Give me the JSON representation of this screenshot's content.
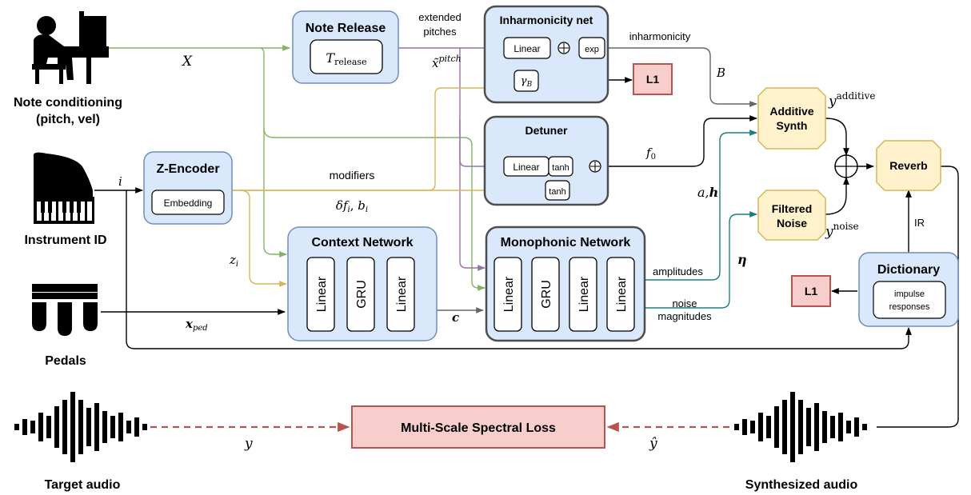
{
  "inputs": {
    "note_conditioning": [
      "Note conditioning",
      "(pitch, vel)"
    ],
    "instrument_id": "Instrument ID",
    "pedals": "Pedals",
    "target_audio": "Target audio",
    "synthesized_audio": "Synthesized audio"
  },
  "blocks": {
    "note_release": {
      "title": "Note Release",
      "inner_base": "T",
      "inner_sub": "release"
    },
    "inharmonicity_net": {
      "title": "Inharmonicity net",
      "linear": "Linear",
      "exp": "exp",
      "gamma": "γ",
      "gamma_sub": "B"
    },
    "detuner": {
      "title": "Detuner",
      "linear": "Linear",
      "tanh1": "tanh",
      "tanh2": "tanh"
    },
    "z_encoder": {
      "title": "Z-Encoder",
      "inner": "Embedding"
    },
    "context_network": {
      "title": "Context Network",
      "layers": [
        "Linear",
        "GRU",
        "Linear"
      ]
    },
    "monophonic_network": {
      "title": "Monophonic Network",
      "layers": [
        "Linear",
        "GRU",
        "Linear",
        "Linear"
      ]
    },
    "additive_synth": [
      "Additive",
      "Synth"
    ],
    "filtered_noise": [
      "Filtered",
      "Noise"
    ],
    "reverb": "Reverb",
    "dictionary": {
      "title": "Dictionary",
      "inner": [
        "impulse",
        "responses"
      ]
    },
    "l1_top": "L1",
    "l1_right": "L1",
    "loss": "Multi-Scale Spectral Loss"
  },
  "labels": {
    "X": "X",
    "extended_pitches": [
      "extended",
      "pitches"
    ],
    "x_pitch_base": "x̃",
    "x_pitch_sup": "pitch",
    "inharmonicity": "inharmonicity",
    "B": "B",
    "modifiers": "modifiers",
    "delta_f": "δf",
    "delta_f_sub": "i",
    "b": "b",
    "b_sub": "i",
    "i": "i",
    "z_base": "z",
    "z_sub": "i",
    "f0_base": "f",
    "f0_sub": "0",
    "a_h_a": "a,",
    "a_h_h": "h",
    "y_add_base": "y",
    "y_add_sup": "additive",
    "y_noise_base": "y",
    "y_noise_sup": "noise",
    "IR": "IR",
    "amplitudes": "amplitudes",
    "noise_magnitudes": [
      "noise",
      "magnitudes"
    ],
    "eta": "η",
    "c": "c",
    "x_ped_base": "x",
    "x_ped_sub": "ped",
    "y": "y",
    "y_hat": "ŷ"
  },
  "colors": {
    "block_fill": "#dae8fc",
    "block_stroke": "#6c8ebf",
    "synth_fill": "#fff2cc",
    "synth_stroke": "#d6b656",
    "loss_fill": "#f8cecc",
    "loss_stroke": "#b85450",
    "green": "#82b366",
    "purple": "#9673a6",
    "gold": "#d6b656",
    "teal": "#1a7f7f",
    "gray": "#666666"
  }
}
